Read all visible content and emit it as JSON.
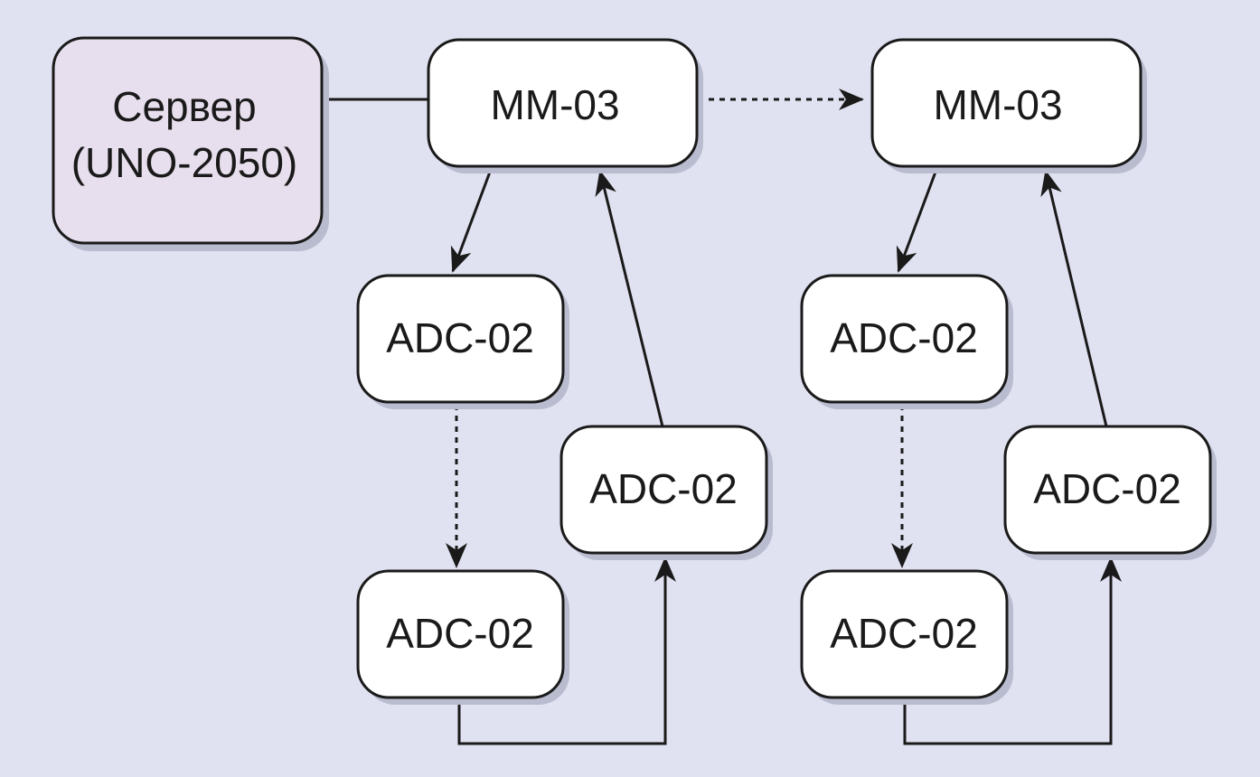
{
  "colors": {
    "background": "#e0e2f1",
    "server_fill": "#e8dfee",
    "node_fill": "#ffffff",
    "stroke": "#1a1a1a"
  },
  "nodes": {
    "server": {
      "line1": "Сервер",
      "line2": "(UNO-2050)"
    },
    "mm03_a": {
      "label": "MM-03"
    },
    "mm03_b": {
      "label": "MM-03"
    },
    "adc_a1": {
      "label": "ADC-02"
    },
    "adc_a2": {
      "label": "ADC-02"
    },
    "adc_a3": {
      "label": "ADC-02"
    },
    "adc_b1": {
      "label": "ADC-02"
    },
    "adc_b2": {
      "label": "ADC-02"
    },
    "adc_b3": {
      "label": "ADC-02"
    }
  },
  "edges": [
    {
      "from": "server",
      "to": "mm03_a",
      "style": "solid",
      "arrow": "none"
    },
    {
      "from": "mm03_a",
      "to": "mm03_b",
      "style": "dashed",
      "arrow": "end"
    },
    {
      "from": "mm03_a",
      "to": "adc_a1",
      "style": "solid",
      "arrow": "end"
    },
    {
      "from": "adc_a1",
      "to": "adc_a2",
      "style": "dashed",
      "arrow": "end"
    },
    {
      "from": "adc_a2",
      "to": "adc_a3",
      "style": "solid",
      "arrow": "end"
    },
    {
      "from": "adc_a3",
      "to": "mm03_a",
      "style": "solid",
      "arrow": "end"
    },
    {
      "from": "mm03_b",
      "to": "adc_b1",
      "style": "solid",
      "arrow": "end"
    },
    {
      "from": "adc_b1",
      "to": "adc_b2",
      "style": "dashed",
      "arrow": "end"
    },
    {
      "from": "adc_b2",
      "to": "adc_b3",
      "style": "solid",
      "arrow": "end"
    },
    {
      "from": "adc_b3",
      "to": "mm03_b",
      "style": "solid",
      "arrow": "end"
    }
  ]
}
